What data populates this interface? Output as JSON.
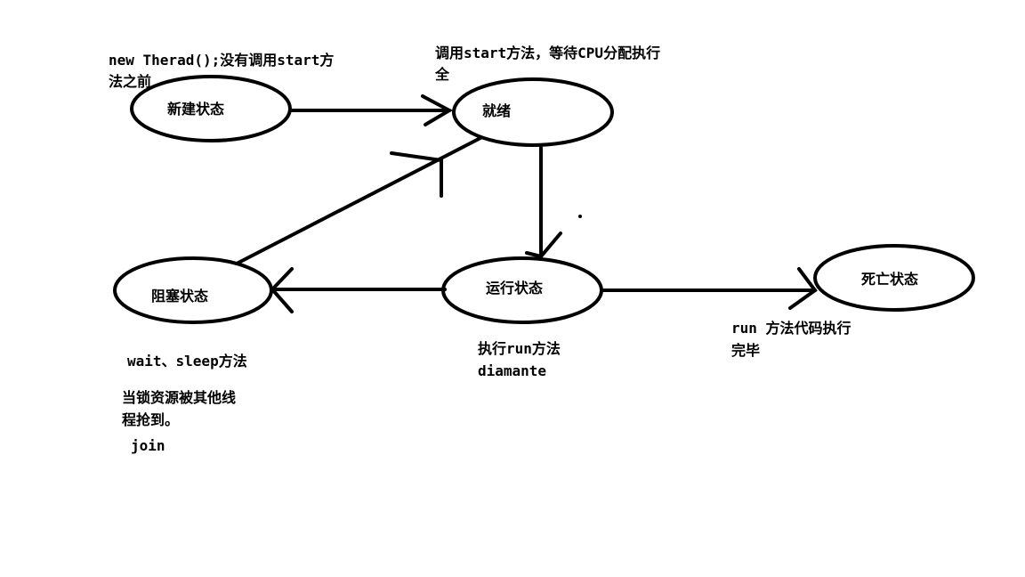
{
  "nodes": {
    "new": "新建状态",
    "ready": "就绪",
    "running": "运行状态",
    "blocked": "阻塞状态",
    "dead": "死亡状态"
  },
  "notes": {
    "new_1": "new Therad();没有调用start方",
    "new_2": "法之前",
    "ready_1": "调用start方法，等待CPU分配执行",
    "ready_2": "全",
    "run_1": "执行run方法",
    "run_2": "diamante",
    "dead_1": "run 方法代码执行",
    "dead_2": "完毕",
    "block_1": "wait、sleep方法",
    "block_2": "当锁资源被其他线",
    "block_3": "程抢到。",
    "block_4": "join"
  }
}
